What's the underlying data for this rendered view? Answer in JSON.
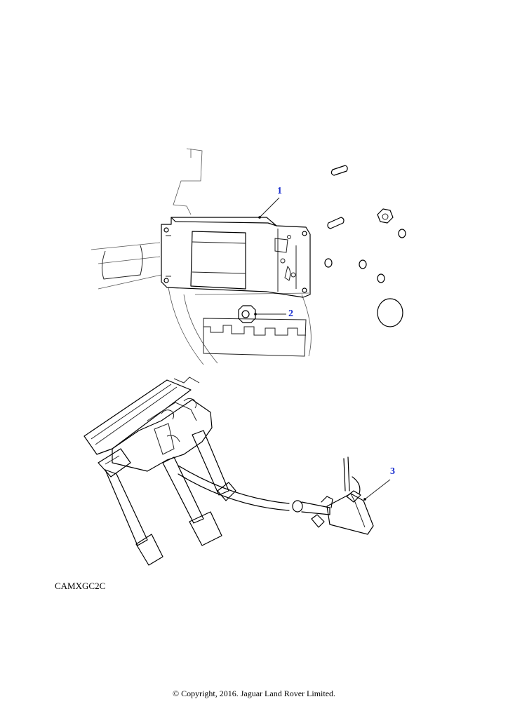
{
  "callouts": [
    {
      "id": "1",
      "label": "1"
    },
    {
      "id": "2",
      "label": "2"
    },
    {
      "id": "3",
      "label": "3"
    }
  ],
  "drawing_code": "CAMXGC2C",
  "copyright": "© Copyright, 2016. Jaguar Land Rover Limited.",
  "colors": {
    "callout": "#1a2fd0",
    "line": "#000000",
    "background": "#ffffff"
  }
}
